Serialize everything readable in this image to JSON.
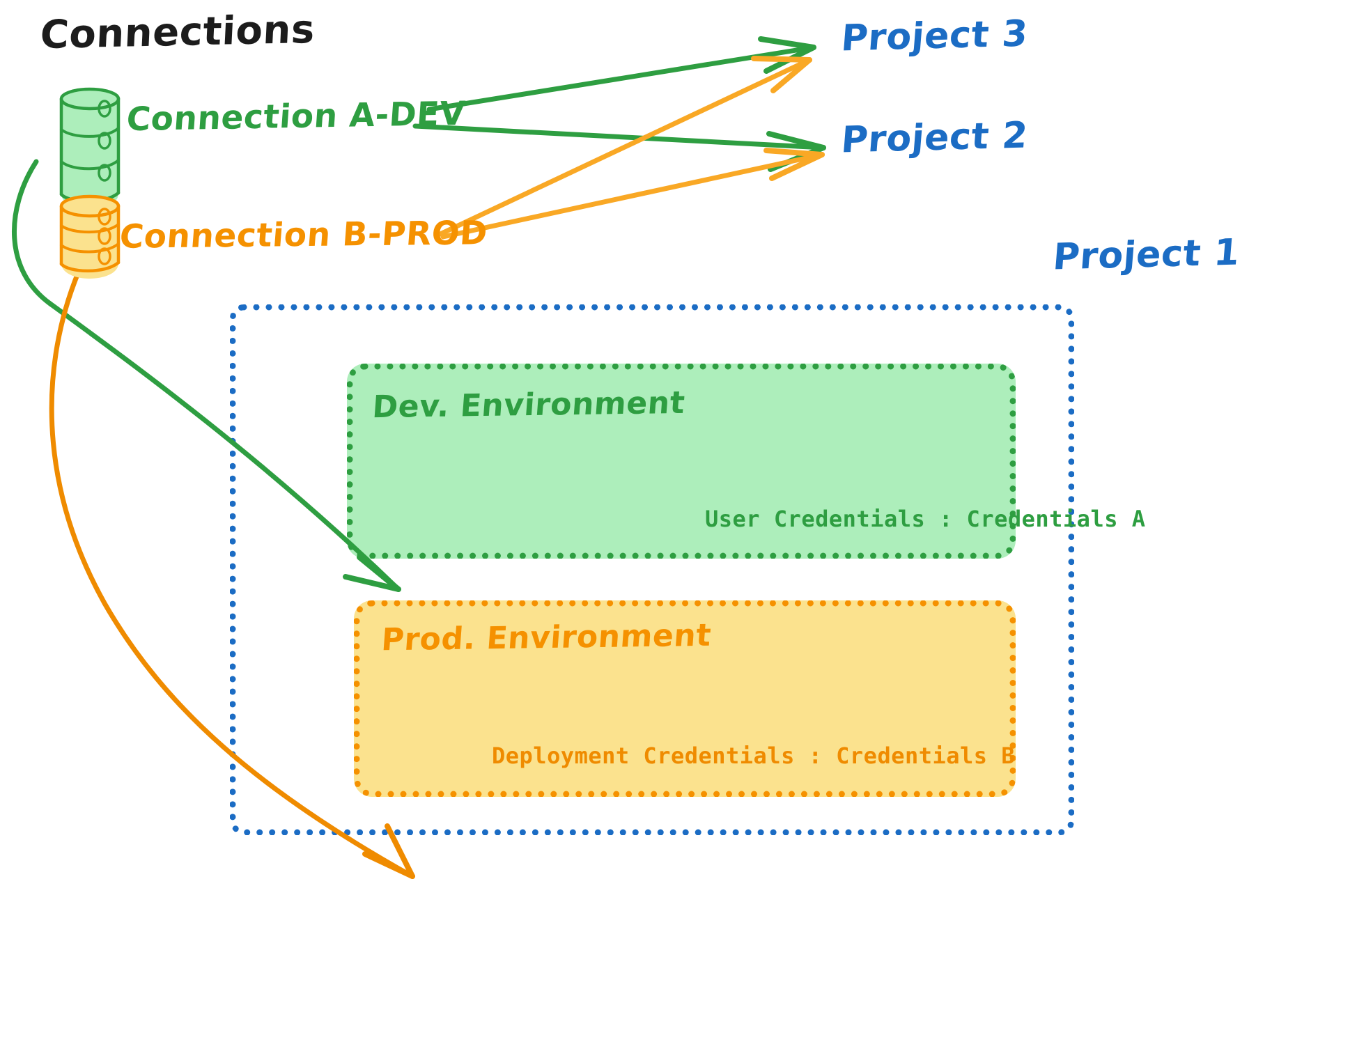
{
  "diagram": {
    "title": "Connections",
    "type": "architecture-diagram",
    "background_color": "#ffffff"
  },
  "colors": {
    "green": "#2e9e41",
    "green_fill": "#adeebb",
    "orange": "#f59100",
    "orange_fill": "#fbe28e",
    "blue": "#1b6cc4",
    "black": "#1c1c1c"
  },
  "connections": {
    "heading": "Connections",
    "items": [
      {
        "id": "connection-a-dev",
        "label": "Connection A-DEV",
        "icon": "database-cylinder-icon",
        "color": "#2e9e41",
        "fill": "#adeebb"
      },
      {
        "id": "connection-b-prod",
        "label": "Connection B-PROD",
        "icon": "database-cylinder-icon",
        "color": "#f59100",
        "fill": "#fbe28e"
      }
    ]
  },
  "projects": [
    {
      "id": "project-3",
      "label": "Project 3",
      "color": "#1b6cc4"
    },
    {
      "id": "project-2",
      "label": "Project 2",
      "color": "#1b6cc4"
    },
    {
      "id": "project-1",
      "label": "Project 1",
      "color": "#1b6cc4"
    }
  ],
  "project_1": {
    "label": "Project 1",
    "environments": [
      {
        "id": "dev-environment",
        "label": "Dev. Environment",
        "credentials_label": "User Credentials : Credentials A",
        "credentials_key": "User Credentials",
        "credentials_value": "Credentials A",
        "color": "#2e9e41",
        "fill": "#adeebb"
      },
      {
        "id": "prod-environment",
        "label": "Prod. Environment",
        "credentials_label": "Deployment Credentials : Credentials B",
        "credentials_key": "Deployment Credentials",
        "credentials_value": "Credentials B",
        "color": "#f59100",
        "fill": "#fbe28e"
      }
    ]
  },
  "edges": [
    {
      "id": "edge-a-dev-to-project-3",
      "from": "connection-a-dev",
      "to": "project-3",
      "color": "#2e9e41"
    },
    {
      "id": "edge-a-dev-to-project-2",
      "from": "connection-a-dev",
      "to": "project-2",
      "color": "#2e9e41"
    },
    {
      "id": "edge-a-dev-to-dev-environment",
      "from": "connection-a-dev",
      "to": "dev-environment",
      "color": "#2e9e41"
    },
    {
      "id": "edge-b-prod-to-project-3",
      "from": "connection-b-prod",
      "to": "project-3",
      "color": "#f59100"
    },
    {
      "id": "edge-b-prod-to-project-2",
      "from": "connection-b-prod",
      "to": "project-2",
      "color": "#f59100"
    },
    {
      "id": "edge-b-prod-to-prod-environment",
      "from": "connection-b-prod",
      "to": "prod-environment",
      "color": "#f59100"
    }
  ]
}
